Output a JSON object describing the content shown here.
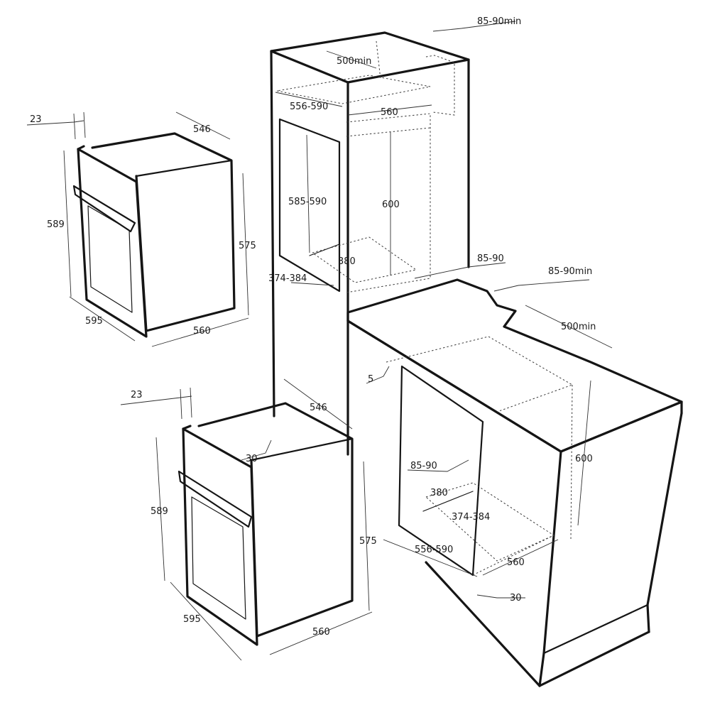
{
  "colors": {
    "line": "#151515",
    "dimension": "#303030",
    "background": "#ffffff"
  },
  "top_oven": {
    "depth_panel": "23",
    "depth": "546",
    "height_front": "589",
    "height_body": "575",
    "width_front": "595",
    "width_body": "560"
  },
  "bottom_oven": {
    "depth_panel": "23",
    "depth": "546",
    "height_front": "589",
    "height_body": "575",
    "width_front": "595",
    "width_body": "560",
    "clearance": "30"
  },
  "tall_cabinet": {
    "rear_gap": "85-90min",
    "min_depth": "500min",
    "niche_width": "556-590",
    "inner_width": "560",
    "niche_height": "585-590",
    "vent_height": "600",
    "vent_depth": "380",
    "vent_width": "374-384",
    "plinth_gap": "85-90"
  },
  "under_counter": {
    "rear_gap": "85-90min",
    "min_depth": "500min",
    "top_gap": "5",
    "height": "600",
    "vent_gap": "85-90",
    "vent_depth": "380",
    "vent_width": "374-384",
    "niche_width": "556-590",
    "inner_width": "560",
    "bottom_gap": "30"
  }
}
